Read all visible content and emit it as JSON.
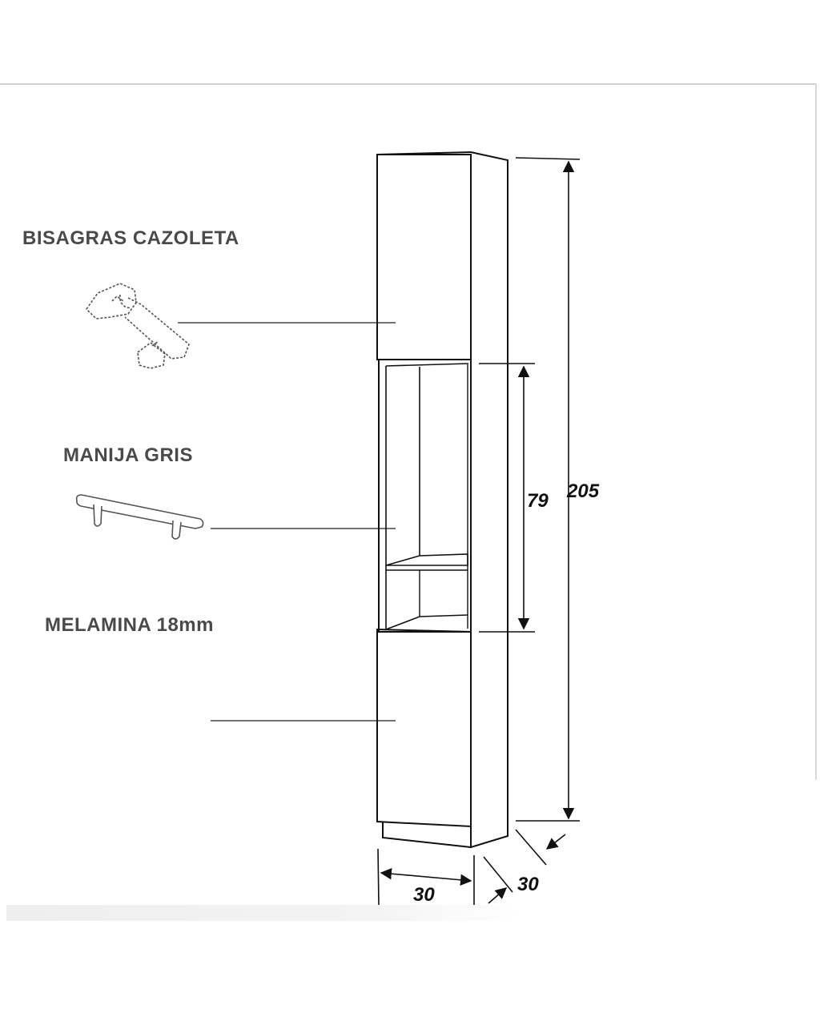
{
  "labels": {
    "hinges": "BISAGRAS CAZOLETA",
    "handle": "MANIJA GRIS",
    "material": "MELAMINA 18mm"
  },
  "dimensions": {
    "total_height": "205",
    "open_section_height": "79",
    "width": "30",
    "depth": "30"
  },
  "icons": {
    "hinges": "hinge-icon",
    "handle": "handle-icon"
  },
  "colors": {
    "line": "#111111",
    "label_text": "#4a4a4a"
  }
}
